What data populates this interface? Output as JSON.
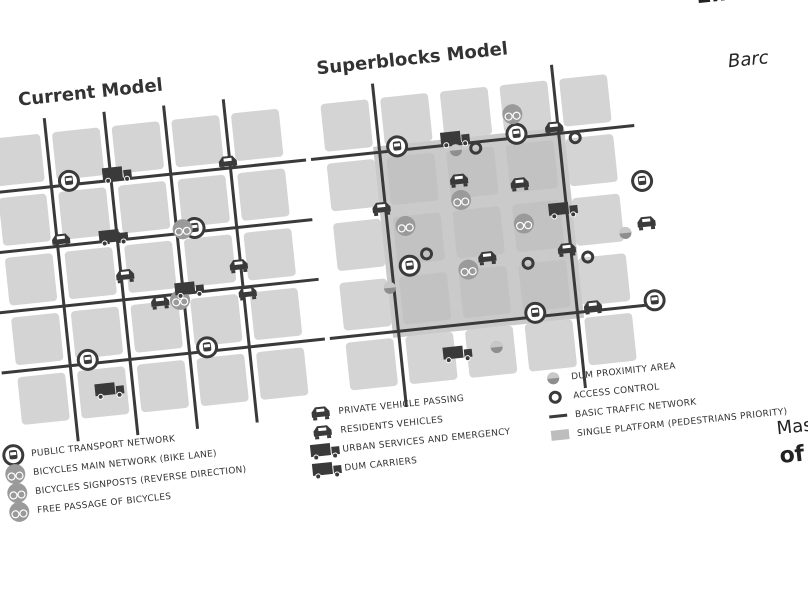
{
  "current": {
    "title": "Current Model"
  },
  "superblocks": {
    "title": "Superblocks Model"
  },
  "legend_left": [
    "PUBLIC TRANSPORT NETWORK",
    "BICYCLES MAIN NETWORK (BIKE LANE)",
    "BICYCLES SIGNPOSTS (REVERSE DIRECTION)",
    "FREE PASSAGE OF BICYCLES"
  ],
  "legend_middle": [
    "PRIVATE VEHICLE PASSING",
    "RESIDENTS VEHICLES",
    "URBAN SERVICES AND EMERGENCY",
    "DUM CARRIERS"
  ],
  "legend_right": [
    "DUM PROXIMITY AREA",
    "ACCESS CONTROL",
    "BASIC TRAFFIC NETWORK",
    "SINGLE PLATFORM (PEDESTRIANS PRIORITY)"
  ],
  "right_panel": {
    "heading": "Eine St",
    "city": "Barc",
    "bottom_line1": "Mas",
    "bottom_line2": "of I"
  },
  "icons": [
    "bus-icon",
    "bicycle-icon",
    "car-icon",
    "truck-icon",
    "access-control-icon",
    "dum-area-icon"
  ],
  "colors": {
    "block": "#d4d4d4",
    "street": "#3a3a3a",
    "platform": "#bdbdbd",
    "icon": "#3a3a3a"
  }
}
